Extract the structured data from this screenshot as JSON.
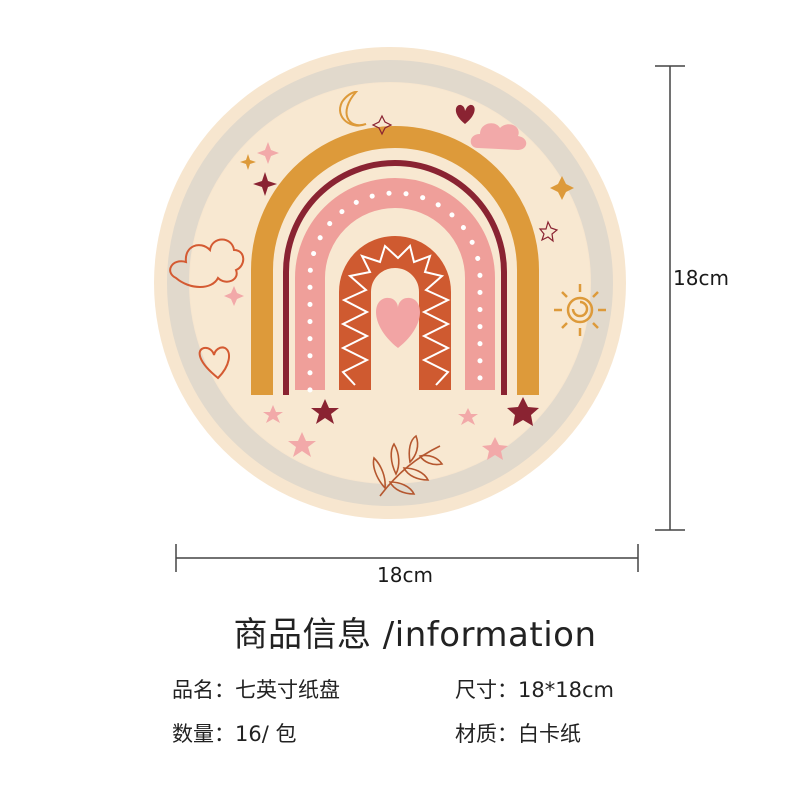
{
  "dimensions": {
    "width_label": "18cm",
    "height_label": "18cm"
  },
  "info": {
    "title": "商品信息 /information",
    "specs": [
      {
        "label": "品名：",
        "value": "七英寸纸盘"
      },
      {
        "label": "尺寸：",
        "value": "18*18cm"
      },
      {
        "label": "数量：",
        "value": "16/ 包"
      },
      {
        "label": "材质：",
        "value": "白卡纸"
      }
    ]
  },
  "colors": {
    "plate_base": "#f7e6cf",
    "plate_rim_shadow": "#d9d3c9",
    "mustard": "#dd9a3a",
    "maroon": "#8a2332",
    "pink": "#ef9f9a",
    "rust": "#cf5a30",
    "heart": "#f2a4a4"
  }
}
